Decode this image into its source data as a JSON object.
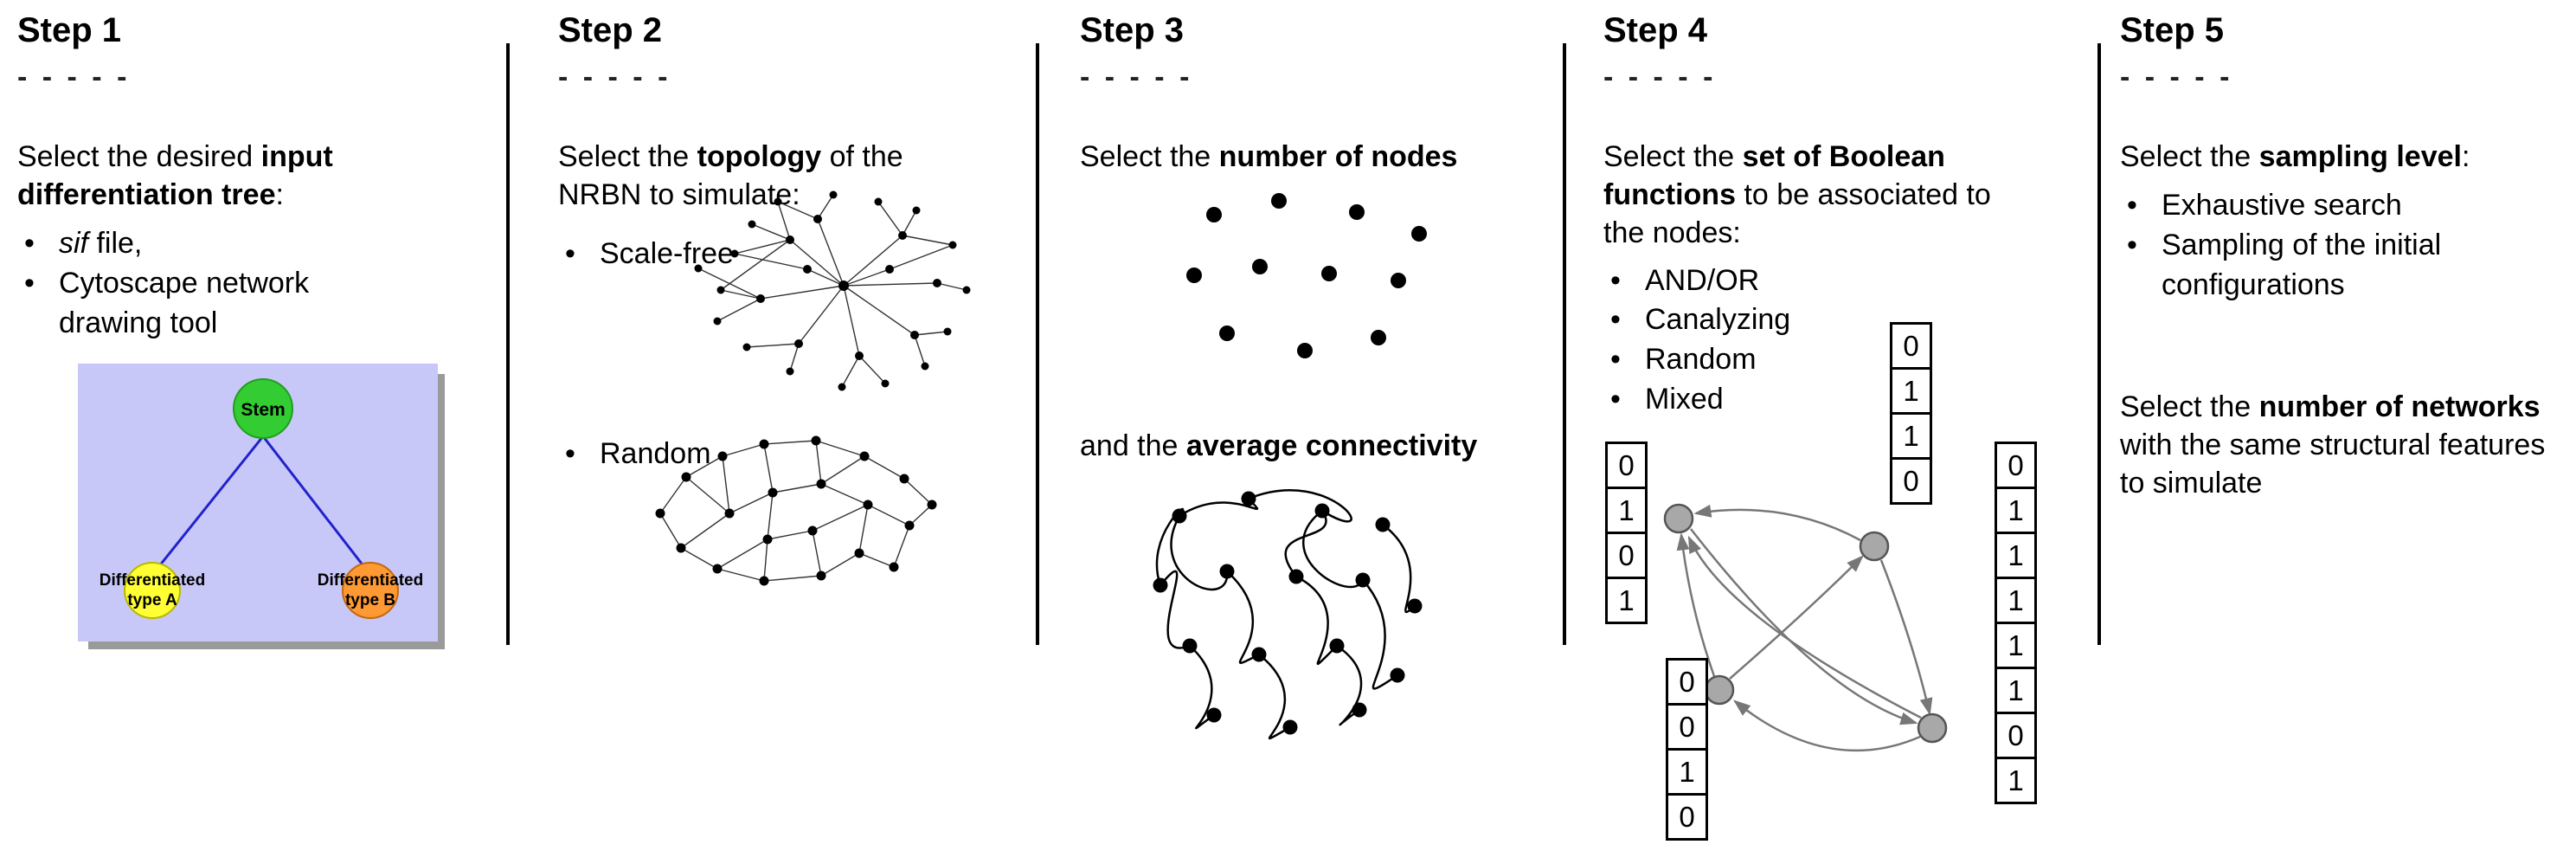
{
  "steps": {
    "s1": {
      "title": "Step 1",
      "dashes": "- - - - -",
      "intro": {
        "pre": "Select the desired ",
        "bold": "input differentiation tree",
        "post": ":"
      },
      "bullets": {
        "b1": {
          "italic": "sif",
          "rest": " file,"
        },
        "b2": "Cytoscape network drawing tool"
      },
      "tree": {
        "stem_label": "Stem",
        "type_a_line1": "Differentiated",
        "type_a_line2": "type A",
        "type_b_line1": "Differentiated",
        "type_b_line2": "type B",
        "colors": {
          "background": "#c8c8f8",
          "shadow": "#9a9a9a",
          "stem": "#33cc33",
          "type_a": "#ffff33",
          "type_b": "#ff9933",
          "edge": "#2222cc"
        }
      }
    },
    "s2": {
      "title": "Step 2",
      "dashes": "- - - - -",
      "intro": {
        "pre": "Select the ",
        "bold": "topology",
        "post": " of the NRBN to simulate:"
      },
      "bullets": {
        "b1": "Scale-free",
        "b2": "Random"
      }
    },
    "s3": {
      "title": "Step 3",
      "dashes": "- - - - -",
      "line1": {
        "pre": "Select the ",
        "bold": "number of nodes"
      },
      "line2": {
        "pre": "and the ",
        "bold": "average connectivity"
      }
    },
    "s4": {
      "title": "Step 4",
      "dashes": "- - - - -",
      "intro": {
        "pre": "Select the ",
        "bold": "set of Boolean functions",
        "post": " to be associated to the nodes:"
      },
      "bullets": {
        "b1": "AND/OR",
        "b2": "Canalyzing",
        "b3": "Random",
        "b4": "Mixed"
      },
      "truth_tables": {
        "left": [
          "0",
          "1",
          "0",
          "1"
        ],
        "top": [
          "0",
          "1",
          "1",
          "0"
        ],
        "right": [
          "0",
          "1",
          "1",
          "1",
          "1",
          "1",
          "0",
          "1"
        ],
        "bottom": [
          "0",
          "0",
          "1",
          "0"
        ]
      }
    },
    "s5": {
      "title": "Step 5",
      "dashes": "- - - - -",
      "intro": {
        "pre": "Select the ",
        "bold": "sampling level",
        "post": ":"
      },
      "bullets": {
        "b1": "Exhaustive search",
        "b2": "Sampling of the initial configurations"
      },
      "para2": {
        "pre": "Select the ",
        "bold": "number of networks",
        "post": " with the same structural features to simulate"
      }
    }
  }
}
